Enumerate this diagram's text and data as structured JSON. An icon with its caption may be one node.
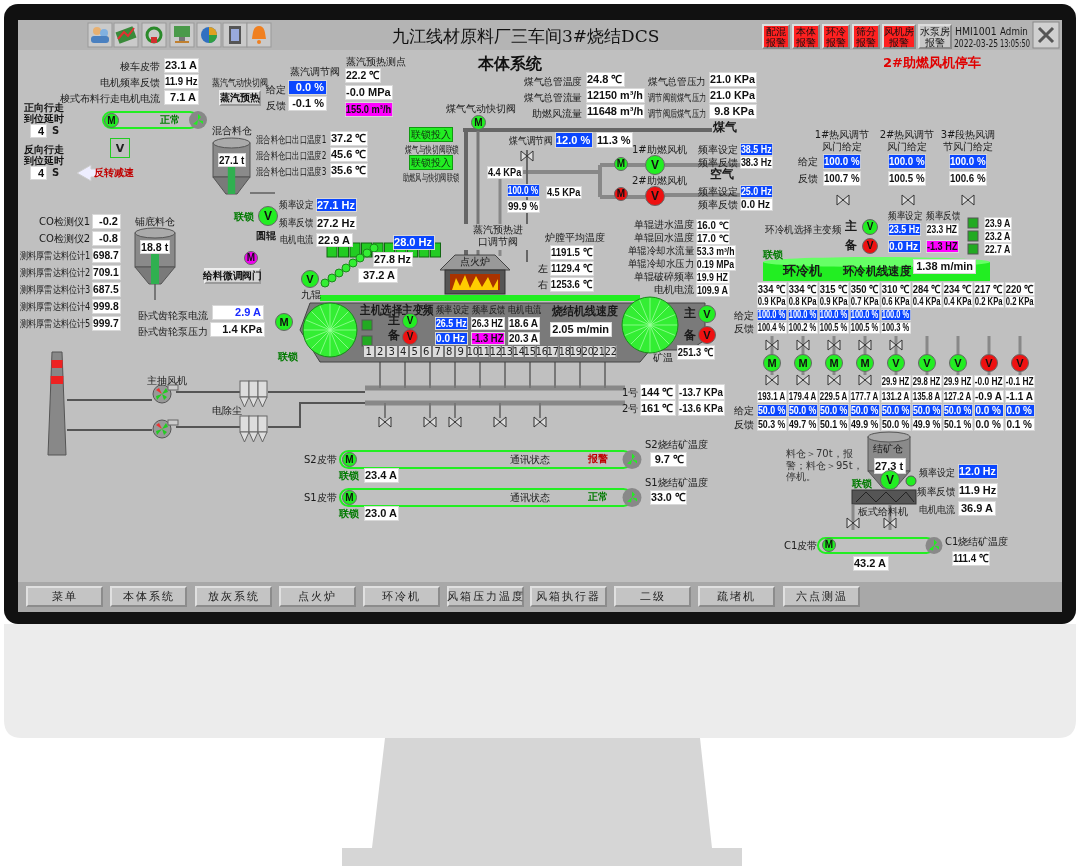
{
  "diagram": {
    "title": "九江线材原料厂三车间3#烧结DCS",
    "labels": [
      "配混报警",
      "本体报警",
      "环冷报警",
      "筛分报警",
      "风机房报警",
      "水泵房报警",
      "HMI1001",
      "Admin",
      "2022-03-25",
      "13:05:50",
      "梭车皮带",
      "23.1 A",
      "蒸汽预热测点",
      "本体系统",
      "2#助燃风机停车",
      "电机频率反馈",
      "11.9 Hz",
      "梭式布料行走电机电流",
      "7.1 A",
      "蒸汽气动快切阀",
      "蒸汽预热",
      "蒸汽调节阀",
      "给定",
      "0.0 %",
      "反馈",
      "-0.1 %",
      "22.2 ℃",
      "-0.0 MPa",
      "155.0 m³/h",
      "正向行走到位延时",
      "4",
      "S",
      "M",
      "正常",
      "V",
      "反向行走到位延时",
      "4",
      "S",
      "反转减速",
      "混合料仓",
      "27.1 t",
      "混合料仓口出口温度1",
      "37.2 ℃",
      "混合料仓口出口温度2",
      "45.6 ℃",
      "混合料仓口出口温度3",
      "35.6 ℃",
      "煤气气动快切阀",
      "联锁投入",
      "煤气与快切阀联锁",
      "联锁投入",
      "助燃风与快切阀联锁",
      "M",
      "煤气总管温度",
      "24.8 ℃",
      "煤气总管流量",
      "12150 m³/h",
      "助燃风流量",
      "11648 m³/h",
      "煤气总管压力",
      "21.0 KPa",
      "调节阀前煤气压力",
      "21.0 KPa",
      "调节阀后煤气压力",
      "9.8 KPa",
      "煤气调节阀",
      "12.0 %",
      "11.3 %",
      "煤气",
      "4.4 KPa",
      "100.0 %",
      "99.9 %",
      "4.5 KPa",
      "1#助燃风机",
      "M",
      "V",
      "2#助燃风机",
      "M",
      "V",
      "频率设定",
      "38.5 Hz",
      "频率反馈",
      "38.3 Hz",
      "空气",
      "频率设定",
      "25.0 Hz",
      "频率反馈",
      "0.0 Hz",
      "1#热风调节风门给定",
      "2#热风调节风门给定",
      "3#段热风调节风门给定",
      "给定",
      "100.0 %",
      "100.0 %",
      "100.0 %",
      "反馈",
      "100.7 %",
      "100.5 %",
      "100.6 %",
      "CO检测仪1",
      "-0.2",
      "CO检测仪2",
      "-0.8",
      "测料厚雷达料位计1",
      "698.7",
      "测料厚雷达料位计2",
      "709.1",
      "测料厚雷达料位计3",
      "687.5",
      "测料厚雷达料位计4",
      "999.8",
      "测料厚雷达料位计5",
      "999.7",
      "铺底料仓",
      "18.8 t",
      "联锁",
      "V",
      "圆辊",
      "频率设定",
      "27.1 Hz",
      "频率反馈",
      "27.2 Hz",
      "电机电流",
      "22.9 A",
      "M",
      "给料微调阀门",
      "28.0 Hz",
      "27.8 Hz",
      "37.2 A",
      "V",
      "九辊",
      "卧式齿轮泵电流",
      "2.9 A",
      "卧式齿轮泵压力",
      "1.4 KPa",
      "点火炉",
      "蒸汽预热进口调节阀",
      "炉膛平均温度",
      "1191.5 ℃",
      "左",
      "1129.4 ℃",
      "右",
      "1253.6 ℃",
      "单辊进水温度",
      "16.0 ℃",
      "单辊回水温度",
      "17.0 ℃",
      "单辊冷却水流量",
      "53.3 m³/h",
      "单辊冷却水压力",
      "0.19 MPa",
      "单辊破碎频率",
      "19.9 HZ",
      "电机电流",
      "109.9 A",
      "主机选择主变频",
      "M",
      "主",
      "V",
      "备",
      "V",
      "频率设定",
      "频率反馈",
      "电机电流",
      "26.5 Hz",
      "26.3 HZ",
      "18.6 A",
      "0.0 Hz",
      "-1.3 HZ",
      "20.3 A",
      "烧结机线速度",
      "2.05 m/min",
      "主",
      "V",
      "备",
      "V",
      "联锁",
      "1",
      "2",
      "3",
      "4",
      "5",
      "6",
      "7",
      "8",
      "9",
      "10",
      "11",
      "12",
      "13",
      "14",
      "15",
      "16",
      "17",
      "18",
      "19",
      "20",
      "21",
      "22",
      "矿温",
      "251.3 ℃",
      "主抽风机",
      "电除尘",
      "1号",
      "144 ℃",
      "-13.7 KPa",
      "2号",
      "161 ℃",
      "-13.6 KPa",
      "S2皮带",
      "M",
      "通讯状态",
      "报警",
      "S2烧结矿温度",
      "9.7 ℃",
      "联锁",
      "23.4 A",
      "S1皮带",
      "M",
      "通讯状态",
      "正常",
      "S1烧结矿温度",
      "33.0 ℃",
      "联锁",
      "23.0 A",
      "环冷机选择主变频",
      "主",
      "V",
      "备",
      "V",
      "频率设定",
      "频率反馈",
      "23.5 Hz",
      "23.3 HZ",
      "0.0 Hz",
      "-1.3 HZ",
      "23.9 A",
      "23.2 A",
      "22.7 A",
      "联锁",
      "环冷机",
      "环冷机线速度",
      "1.38 m/min",
      "334 ℃",
      "334 ℃",
      "315 ℃",
      "350 ℃",
      "310 ℃",
      "284 ℃",
      "234 ℃",
      "217 ℃",
      "220 ℃",
      "0.9 KPa",
      "0.8 KPa",
      "0.9 KPa",
      "0.7 KPa",
      "0.6 KPa",
      "0.4 KPa",
      "0.4 KPa",
      "0.2 KPa",
      "0.2 KPa",
      "给定",
      "100.0 %",
      "100.0 %",
      "100.0 %",
      "100.0 %",
      "100.0 %",
      "反馈",
      "100.4 %",
      "100.2 %",
      "100.5 %",
      "100.5 %",
      "100.3 %",
      "M",
      "M",
      "M",
      "M",
      "V",
      "V",
      "V",
      "V",
      "V",
      "29.9 HZ",
      "29.8 HZ",
      "29.9 HZ",
      "-0.0 HZ",
      "-0.1 HZ",
      "193.1 A",
      "179.4 A",
      "229.5 A",
      "177.7 A",
      "131.2 A",
      "135.8 A",
      "127.2 A",
      "-0.9 A",
      "-1.1 A",
      "给定",
      "50.0 %",
      "50.0 %",
      "50.0 %",
      "50.0 %",
      "50.0 %",
      "50.0 %",
      "50.0 %",
      "0.0 %",
      "0.0 %",
      "反馈",
      "50.3 %",
      "49.7 %",
      "50.1 %",
      "49.9 %",
      "50.0 %",
      "49.9 %",
      "50.1 %",
      "0.0 %",
      "0.1 %",
      "料仓＞70t，报警；料仓＞95t，停机。",
      "结矿仓",
      "27.3 t",
      "联锁",
      "V",
      "频率设定",
      "12.0 Hz",
      "频率反馈",
      "11.9 Hz",
      "板式给料机",
      "电机电流",
      "36.9 A",
      "C1皮带",
      "M",
      "43.2 A",
      "C1烧结矿温度",
      "111.4 ℃",
      "菜单",
      "本体系统",
      "放灰系统",
      "点火炉",
      "环冷机",
      "风箱压力温度",
      "风箱执行器",
      "二级",
      "疏堵机",
      "六点测温"
    ]
  }
}
